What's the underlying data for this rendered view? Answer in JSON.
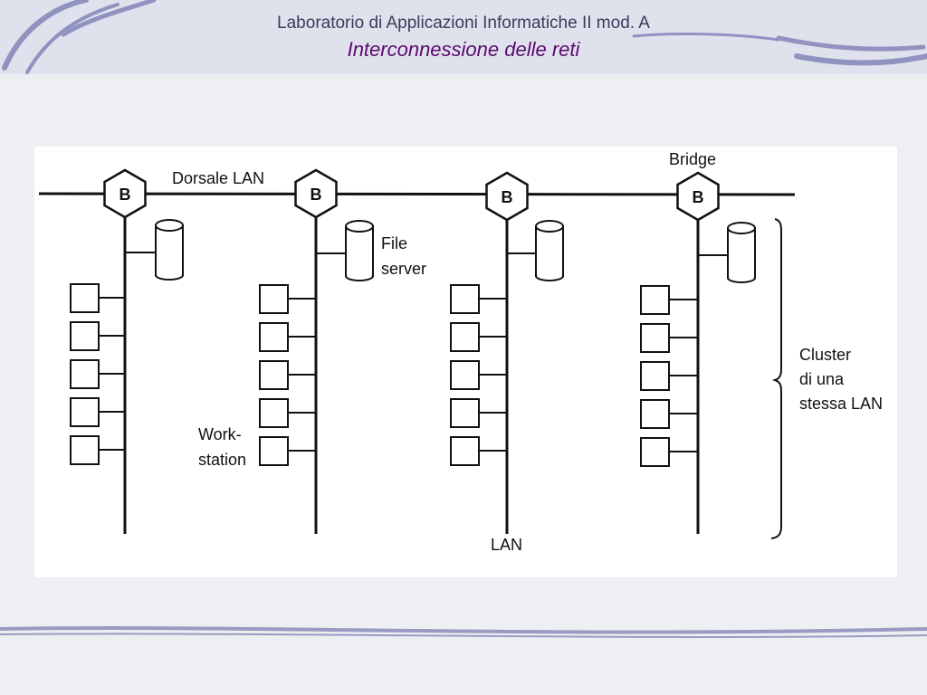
{
  "slide": {
    "title": "Laboratorio di Applicazioni Informatiche II mod. A",
    "subtitle": "Interconnessione delle reti"
  },
  "diagram": {
    "backbone_label": "Dorsale LAN",
    "bridge_label": "Bridge",
    "bridge_node_letter": "B",
    "file_server_label": [
      "File",
      "server"
    ],
    "workstation_label": [
      "Work-",
      "station"
    ],
    "lan_label": "LAN",
    "cluster_label": [
      "Cluster",
      "di una",
      "stessa LAN"
    ],
    "lan_count": 4,
    "workstations_per_lan": 5
  },
  "colors": {
    "header_band": "#dfe1ec",
    "title_text": "#3b3b5c",
    "subtitle_text": "#5b0a6e",
    "swoosh": "#7d80b4",
    "diagram_ink": "#111111"
  }
}
